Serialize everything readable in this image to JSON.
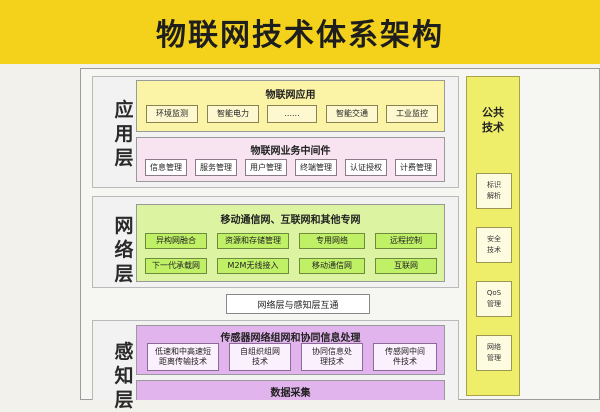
{
  "title": "物联网技术体系架构",
  "application_layer": {
    "label": [
      "应",
      "用",
      "层"
    ],
    "apps_group": {
      "title": "物联网应用",
      "items": [
        "环境监测",
        "智能电力",
        "......",
        "智能交通",
        "工业监控"
      ]
    },
    "middleware_group": {
      "title": "物联网业务中间件",
      "items": [
        "信息管理",
        "服务管理",
        "用户管理",
        "终端管理",
        "认证授权",
        "计费管理"
      ]
    }
  },
  "network_layer": {
    "label": [
      "网",
      "络",
      "层"
    ],
    "group": {
      "title": "移动通信网、互联网和其他专网",
      "row1": [
        "异构网融合",
        "资源和存储管理",
        "专用网络",
        "远程控制"
      ],
      "row2": [
        "下一代承载网",
        "M2M无线接入",
        "移动通信网",
        "互联网"
      ]
    }
  },
  "interconnect": "网络层与感知层互通",
  "perception_layer": {
    "label": [
      "感",
      "知",
      "层"
    ],
    "group": {
      "title": "传感器网络组网和协同信息处理",
      "items": [
        [
          "低速和中高速短",
          "距离传输技术"
        ],
        [
          "自组织组网",
          "技术"
        ],
        [
          "协同信息处",
          "理技术"
        ],
        [
          "传感网中间",
          "件技术"
        ]
      ]
    },
    "data_group": {
      "title": "数据采集"
    }
  },
  "common_tech": {
    "title": [
      "公共",
      "技术"
    ],
    "items": [
      [
        "标识",
        "解析"
      ],
      [
        "安全",
        "技术"
      ],
      [
        "QoS",
        "管理"
      ],
      [
        "网络",
        "管理"
      ]
    ]
  }
}
